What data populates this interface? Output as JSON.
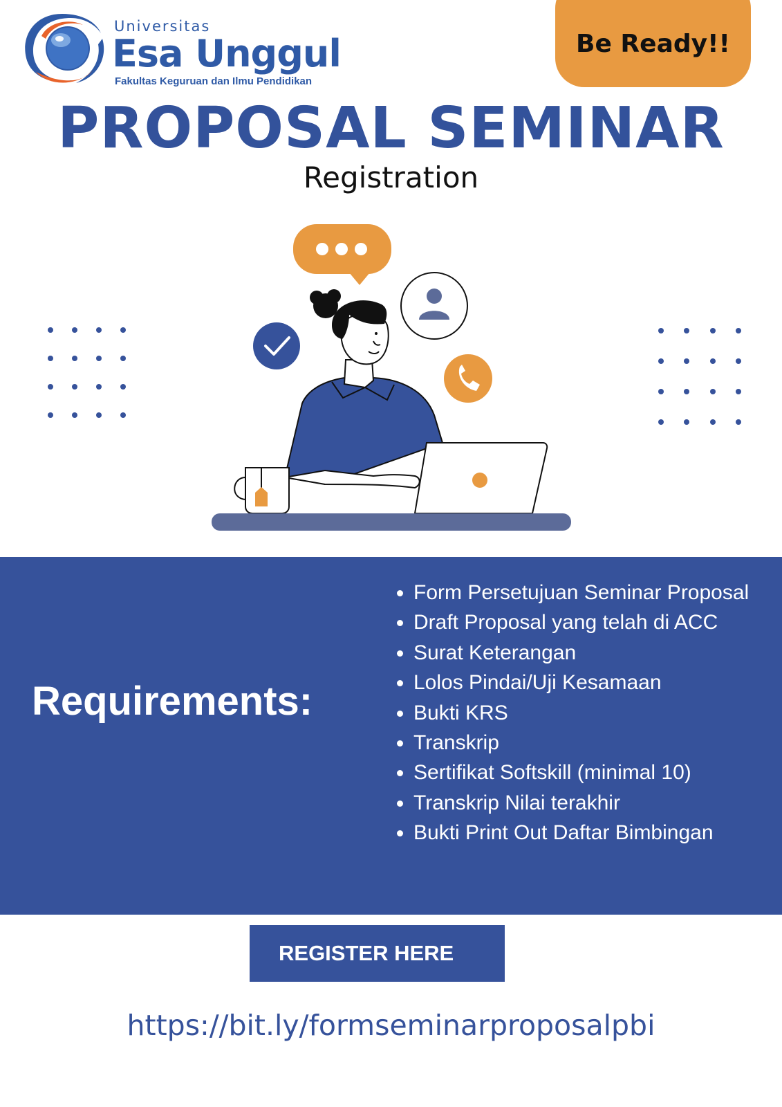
{
  "brand": {
    "university_label": "Universitas",
    "university_name": "Esa Unggul",
    "faculty": "Fakultas Keguruan dan Ilmu Pendidikan",
    "logo_icon": "globe-swirl-logo-icon",
    "colors": {
      "blue": "#2f5aa6",
      "orange": "#e8632b"
    }
  },
  "badge": {
    "text": "Be Ready!!",
    "color": "#e89a41"
  },
  "header": {
    "title": "PROPOSAL SEMINAR",
    "subtitle": "Registration"
  },
  "illustration": {
    "icons": [
      "chat-bubble-icon",
      "user-profile-icon",
      "checkmark-icon",
      "phone-icon",
      "laptop-icon",
      "tea-mug-icon"
    ],
    "colors": {
      "primary": "#36529b",
      "accent": "#e89a41"
    }
  },
  "requirements": {
    "heading": "Requirements:",
    "items": [
      "Form Persetujuan Seminar Proposal",
      "Draft Proposal yang telah di ACC",
      "Surat Keterangan",
      "Lolos Pindai/Uji Kesamaan",
      "Bukti KRS",
      "Transkrip",
      "Sertifikat Softskill (minimal 10)",
      "Transkrip Nilai terakhir",
      "Bukti Print Out Daftar Bimbingan"
    ]
  },
  "cta": {
    "button_label": "REGISTER HERE",
    "url": "https://bit.ly/formseminarproposalpbi"
  }
}
